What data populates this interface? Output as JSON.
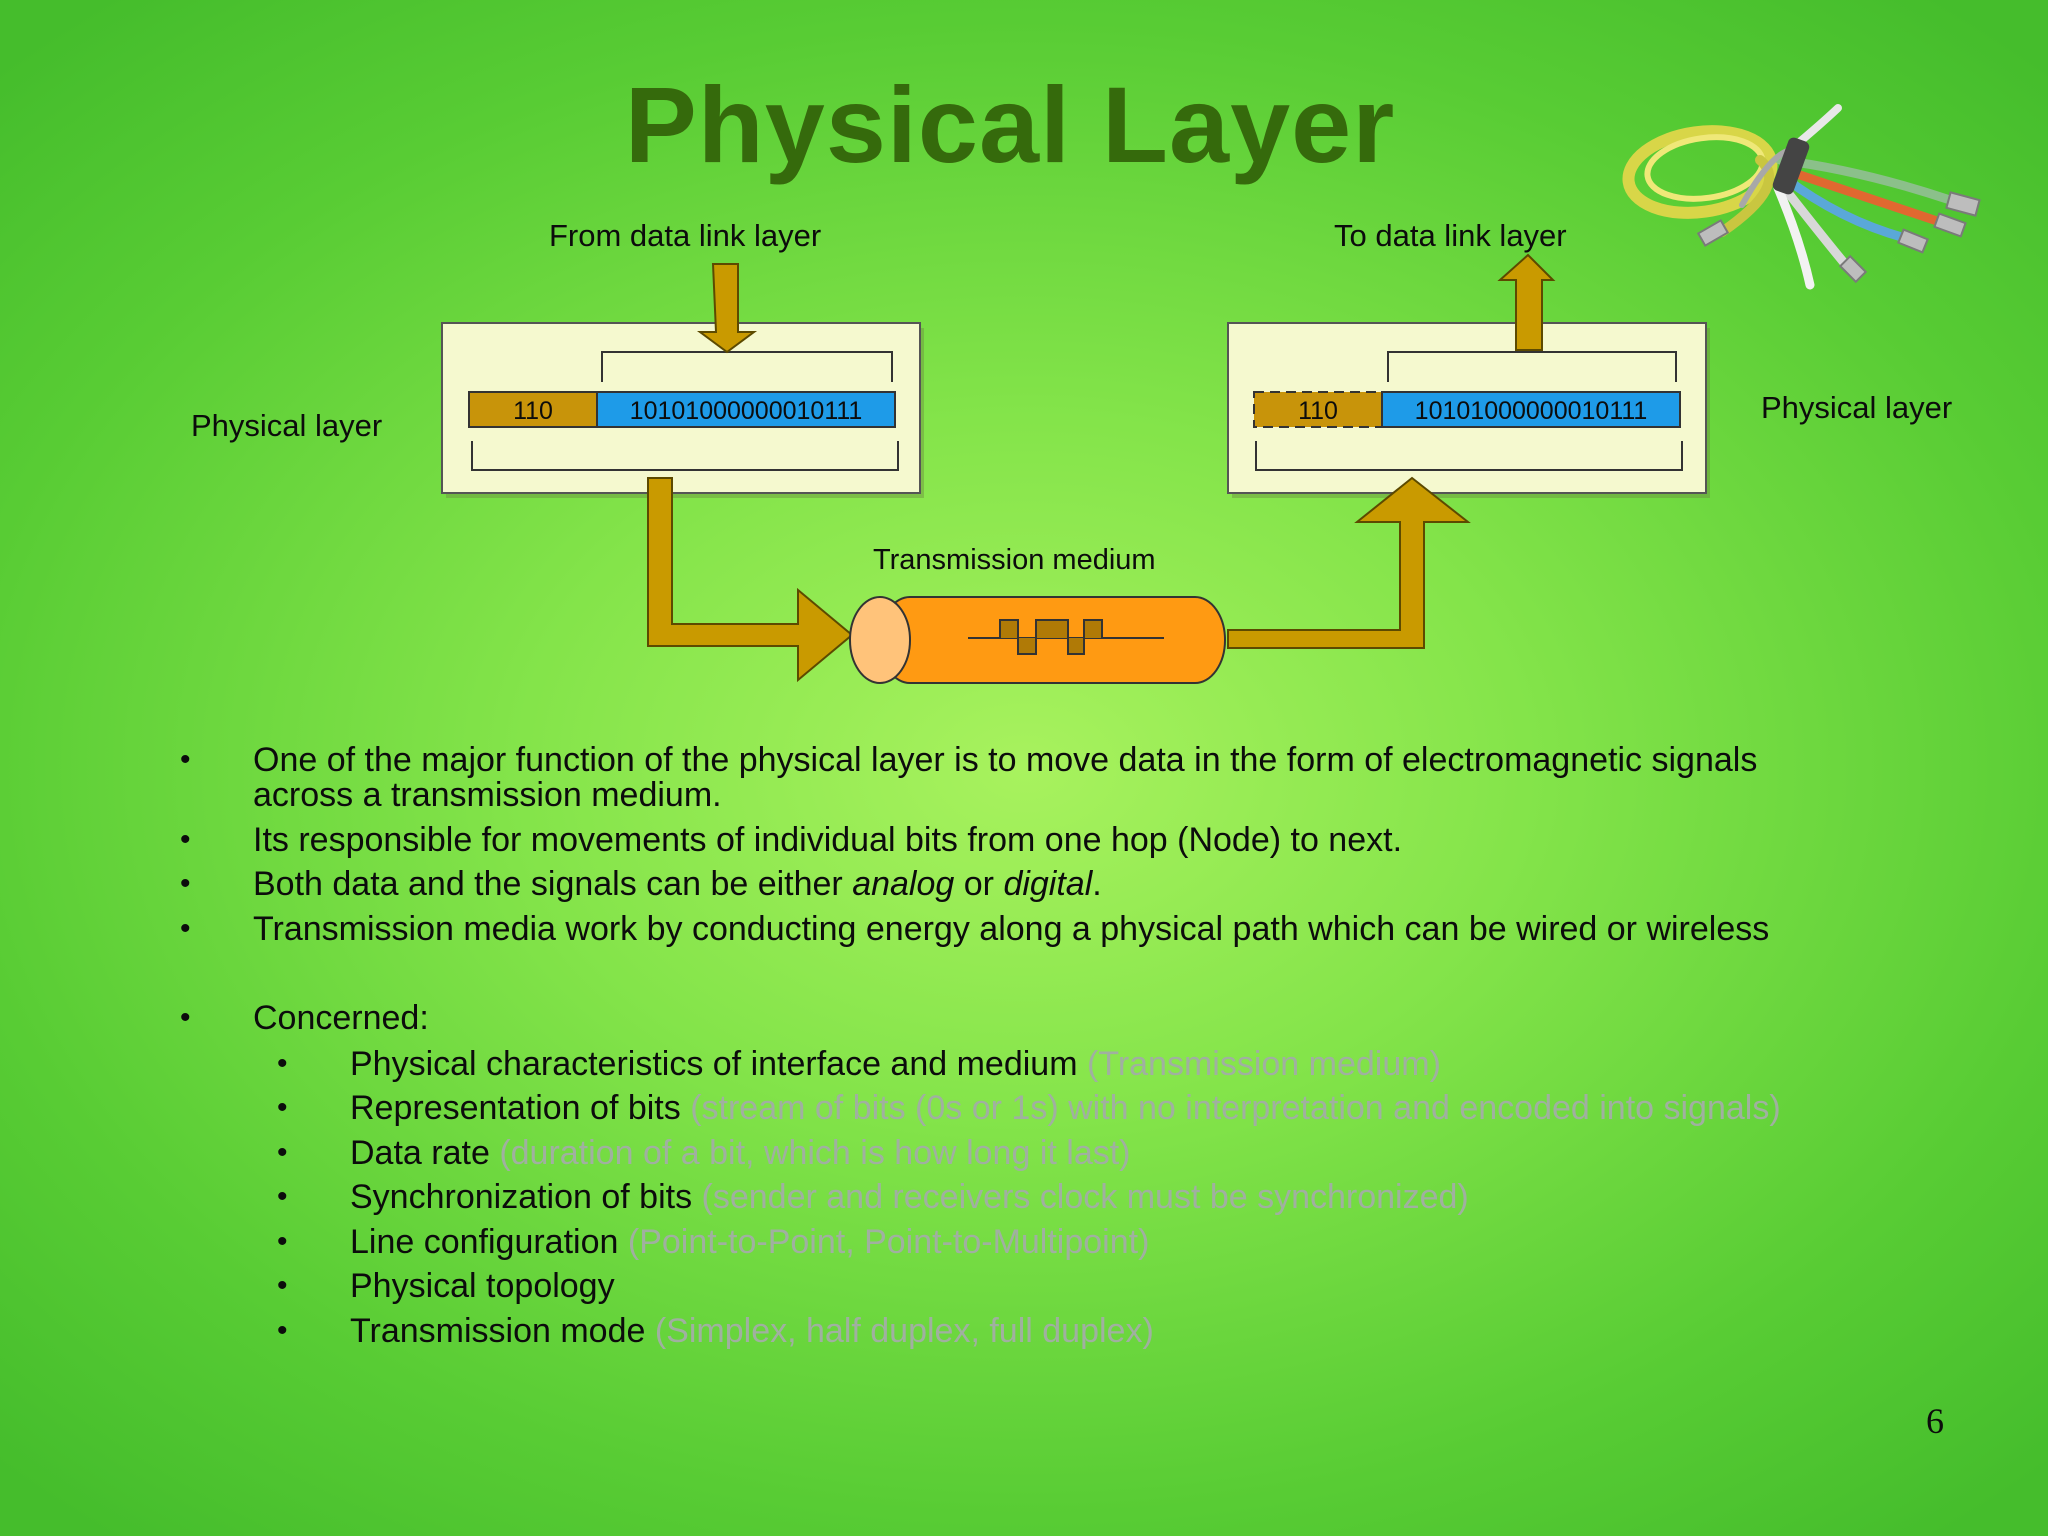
{
  "slide": {
    "title": "Physical Layer",
    "page_number": "6"
  },
  "diagram": {
    "from_label": "From data link layer",
    "to_label": "To data link layer",
    "left_layer_label": "Physical layer",
    "right_layer_label": "Physical layer",
    "medium_label": "Transmission medium",
    "header_bits": "110",
    "data_bits": "10101000000010111",
    "colors": {
      "arrow": "#c99a00",
      "header": "#c8940a",
      "data": "#1e9be8",
      "medium": "#ff9a12",
      "box": "#f5f9cf"
    },
    "icons": {
      "cable": "ethernet-cable-bundle-icon"
    }
  },
  "bullets": [
    {
      "line1": "One of the major function of the physical layer is to move data in the form of electromagnetic signals",
      "line2": "across a transmission medium."
    },
    {
      "text": "Its responsible for movements of individual bits from one hop (Node) to next."
    },
    {
      "pre": "Both data and the signals can be either ",
      "em1": "analog",
      "mid": " or ",
      "em2": "digital",
      "post": "."
    },
    {
      "text": "Transmission media work by conducting energy along a physical path which can be wired or wireless"
    },
    {
      "text": "Concerned:"
    }
  ],
  "sub_bullets": [
    {
      "main": "Physical characteristics of interface and medium",
      "note": "(Transmission medium)"
    },
    {
      "main": "Representation of bits",
      "note": "(stream of bits (0s or 1s) with no interpretation and encoded into signals)"
    },
    {
      "main": "Data rate",
      "note": "(duration of a bit, which is how long it last)"
    },
    {
      "main": "Synchronization of bits",
      "note": "(sender and receivers clock must be synchronized)"
    },
    {
      "main": "Line configuration",
      "note": "(Point-to-Point, Point-to-Multipoint)"
    },
    {
      "main": "Physical topology",
      "note": ""
    },
    {
      "main": "Transmission mode",
      "note": "(Simplex, half duplex, full duplex)"
    }
  ]
}
